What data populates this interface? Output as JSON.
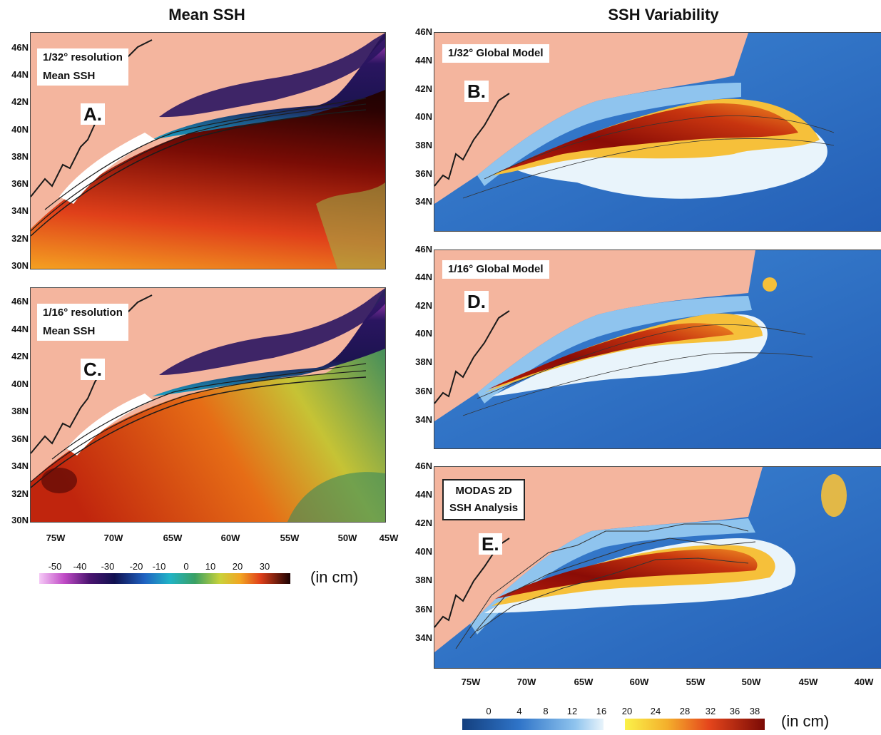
{
  "titles": {
    "left": "Mean SSH",
    "right": "SSH Variability"
  },
  "panels": {
    "A": {
      "letter": "A.",
      "line1": "1/32° resolution",
      "line2": "Mean SSH"
    },
    "C": {
      "letter": "C.",
      "line1": "1/16° resolution",
      "line2": "Mean SSH"
    },
    "B": {
      "letter": "B.",
      "line1": "1/32° Global Model"
    },
    "D": {
      "letter": "D.",
      "line1": "1/16° Global Model"
    },
    "E": {
      "letter": "E.",
      "line1": "MODAS 2D",
      "line2": "SSH Analysis"
    }
  },
  "left_lat_labels": [
    "46N",
    "44N",
    "42N",
    "40N",
    "38N",
    "36N",
    "34N",
    "32N",
    "30N"
  ],
  "right_lat_labels": [
    "46N",
    "44N",
    "42N",
    "40N",
    "38N",
    "36N",
    "34N"
  ],
  "left_lon_labels": [
    "75W",
    "70W",
    "65W",
    "60W",
    "55W",
    "50W",
    "45W"
  ],
  "right_lon_labels": [
    "75W",
    "70W",
    "65W",
    "60W",
    "55W",
    "50W",
    "45W",
    "40W"
  ],
  "colorbar_left": {
    "ticks": [
      "-50",
      "-40",
      "-30",
      "-20",
      "-10",
      "0",
      "10",
      "20",
      "30"
    ],
    "unit": "(in cm)"
  },
  "colorbar_right": {
    "ticks": [
      "0",
      "4",
      "8",
      "12",
      "16",
      "20",
      "24",
      "28",
      "32",
      "36",
      "38"
    ],
    "unit": "(in cm)"
  },
  "colors": {
    "land": "#f4b59e",
    "mean_warm": "#7a0c05",
    "mean_cold": "#1c1450",
    "var_low": "#2f74c8",
    "var_high": "#c2200f"
  }
}
